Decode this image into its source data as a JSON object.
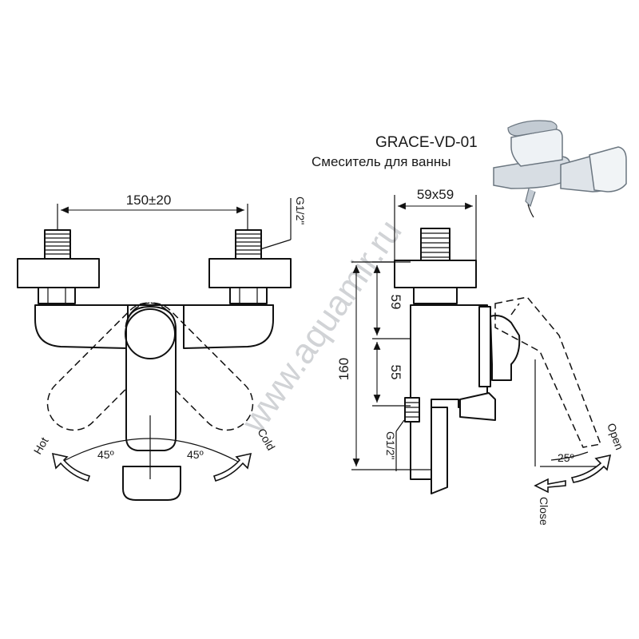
{
  "product": {
    "model": "GRACE-VD-01",
    "description": "Смеситель для ванны"
  },
  "front_view": {
    "width_dimension": "150±20",
    "thread": "G1/2\"",
    "angle_left": "45º",
    "angle_right": "45º",
    "label_hot": "Hot",
    "label_cold": "Cold"
  },
  "side_view": {
    "flange_dimension": "59x59",
    "height_total": "160",
    "height_upper": "59",
    "height_lower": "55",
    "thread": "G1/2\"",
    "angle": "25º",
    "label_open": "Open",
    "label_close": "Close"
  },
  "watermark": "www.aquamir.ru"
}
